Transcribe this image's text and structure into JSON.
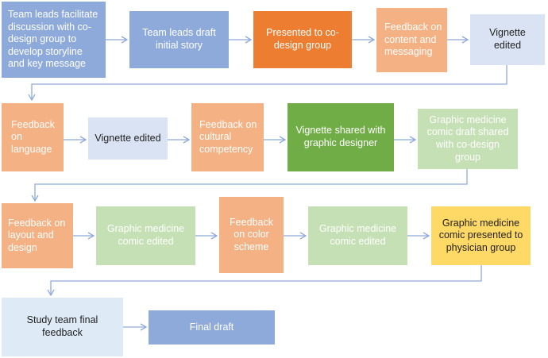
{
  "colors": {
    "blue_dark": "#8eaadb",
    "orange_strong": "#ed7d31",
    "orange_light": "#f4b183",
    "blue_light": "#dae3f3",
    "green_strong": "#70ad47",
    "green_light": "#c5e0b4",
    "yellow": "#ffd966",
    "blue_pale": "#deebf7",
    "arrow": "#8faadc"
  },
  "row1": {
    "b1": "Team leads facilitate discussion with co-design group to develop storyline and key message",
    "b2": "Team leads draft initial story",
    "b3": "Presented to co-design group",
    "b4": "Feedback on content and messaging",
    "b5": "Vignette edited"
  },
  "row2": {
    "b1": "Feedback on language",
    "b2": "Vignette edited",
    "b3": "Feedback on cultural competency",
    "b4": "Vignette shared with graphic designer",
    "b5": "Graphic medicine comic draft shared with co-design group"
  },
  "row3": {
    "b1": "Feedback on layout and design",
    "b2": "Graphic medicine comic edited",
    "b3": "Feedback on color scheme",
    "b4": "Graphic medicine comic edited",
    "b5": "Graphic medicine comic presented to physician group"
  },
  "row4": {
    "b1": "Study team final feedback",
    "b2": "Final draft"
  }
}
